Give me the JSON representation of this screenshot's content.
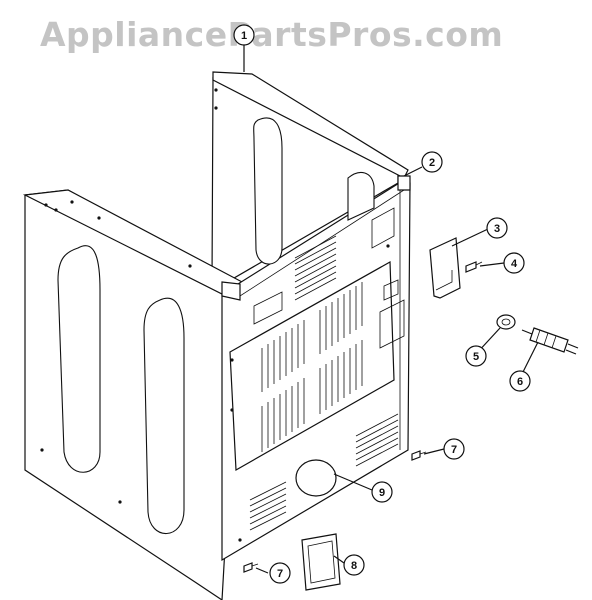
{
  "watermark": "AppliancePartsPros.com",
  "callouts": [
    {
      "label": "1"
    },
    {
      "label": "2"
    },
    {
      "label": "3"
    },
    {
      "label": "4"
    },
    {
      "label": "5"
    },
    {
      "label": "6"
    },
    {
      "label": "7"
    },
    {
      "label": "7"
    },
    {
      "label": "8"
    },
    {
      "label": "9"
    }
  ]
}
